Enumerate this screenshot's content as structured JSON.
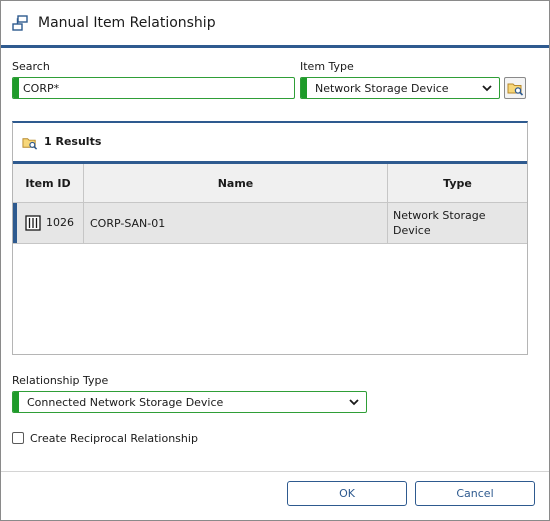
{
  "window": {
    "title": "Manual Item Relationship"
  },
  "search": {
    "label": "Search",
    "value": "CORP*"
  },
  "item_type": {
    "label": "Item Type",
    "selected": "Network Storage Device"
  },
  "results": {
    "count_label": "1 Results",
    "columns": {
      "item_id": "Item ID",
      "name": "Name",
      "type": "Type"
    },
    "rows": [
      {
        "item_id": "1026",
        "name": "CORP-SAN-01",
        "type_line1": "Network Storage",
        "type_line2": "Device"
      }
    ]
  },
  "relationship_type": {
    "label": "Relationship Type",
    "selected": "Connected Network Storage Device"
  },
  "reciprocal": {
    "label": "Create Reciprocal Relationship",
    "checked": false
  },
  "buttons": {
    "ok": "OK",
    "cancel": "Cancel"
  },
  "colors": {
    "accent": "#2e5a8f",
    "required": "#1e9b2a",
    "row_selected": "#e6e6e6"
  }
}
